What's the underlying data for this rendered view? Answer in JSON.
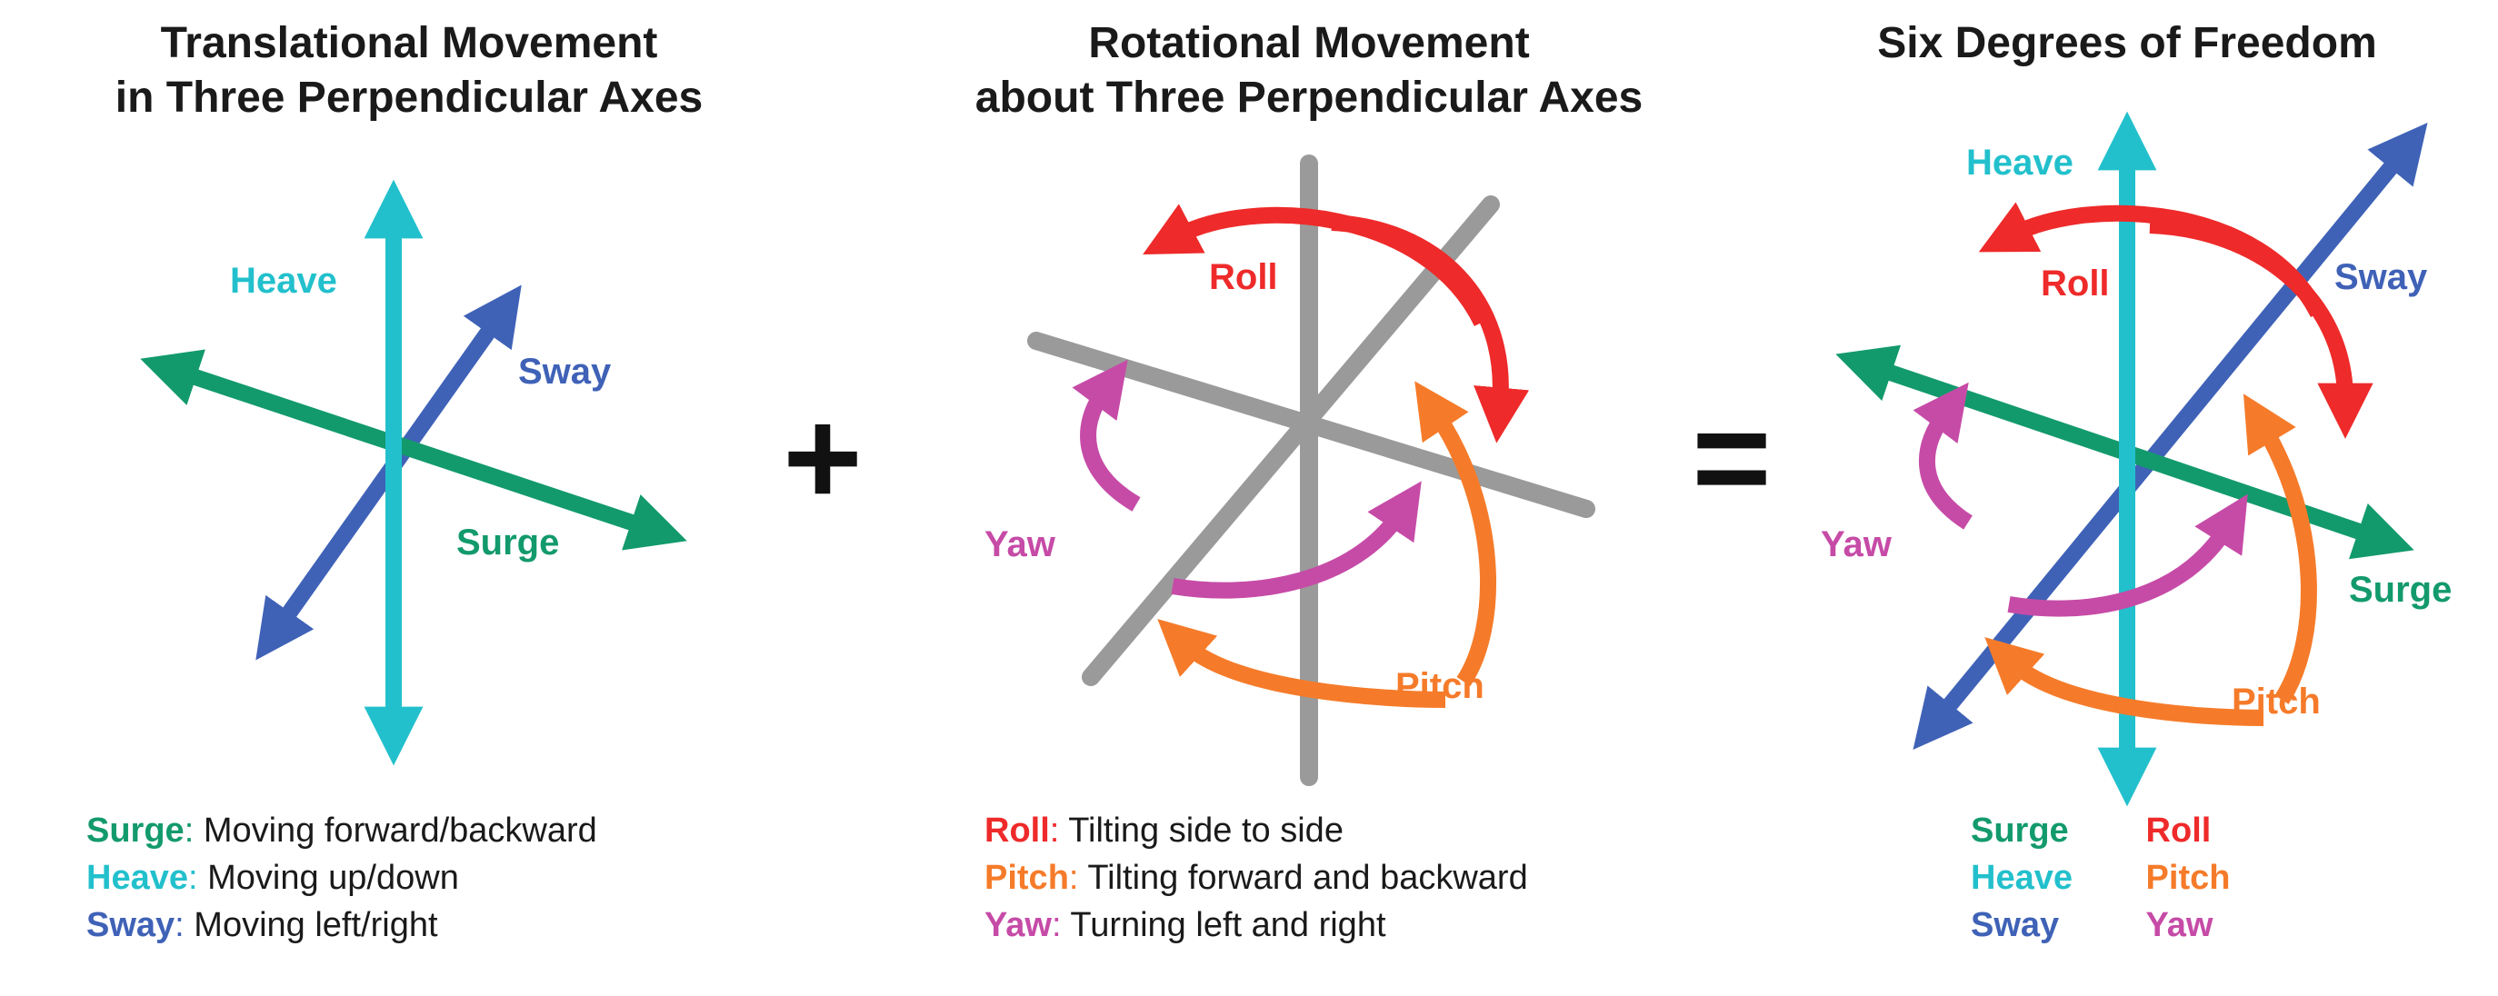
{
  "titles": {
    "panel1": [
      "Translational Movement",
      "in Three Perpendicular Axes"
    ],
    "panel2": [
      "Rotational Movement",
      "about Three Perpendicular Axes"
    ],
    "panel3": "Six Degrees of Freedom"
  },
  "operators": {
    "plus": "+",
    "equals": "="
  },
  "labels": {
    "heave": "Heave",
    "sway": "Sway",
    "surge": "Surge",
    "roll": "Roll",
    "pitch": "Pitch",
    "yaw": "Yaw"
  },
  "legend1": [
    {
      "key": "Surge",
      "sep": ":",
      "desc": " Moving forward/backward",
      "color": "#139a6c"
    },
    {
      "key": "Heave",
      "sep": ":",
      "desc": " Moving up/down",
      "color": "#22c0cc"
    },
    {
      "key": "Sway",
      "sep": ":",
      "desc": " Moving left/right",
      "color": "#3f62b7"
    }
  ],
  "legend2": [
    {
      "key": "Roll",
      "sep": ":",
      "desc": " Tilting side to side",
      "color": "#ee2a2a"
    },
    {
      "key": "Pitch",
      "sep": ":",
      "desc": " Tilting forward and backward",
      "color": "#f57b2a"
    },
    {
      "key": "Yaw",
      "sep": ":",
      "desc": " Turning left and right",
      "color": "#c64ba7"
    }
  ],
  "legend3": {
    "translation": [
      "Surge",
      "Heave",
      "Sway"
    ],
    "rotation": [
      "Roll",
      "Pitch",
      "Yaw"
    ]
  },
  "colors": {
    "surge": "#139a6c",
    "heave": "#22c0cc",
    "sway": "#3f62b7",
    "roll": "#ee2a2a",
    "pitch": "#f57b2a",
    "yaw": "#c64ba7",
    "axis": "#9a9a9a"
  }
}
